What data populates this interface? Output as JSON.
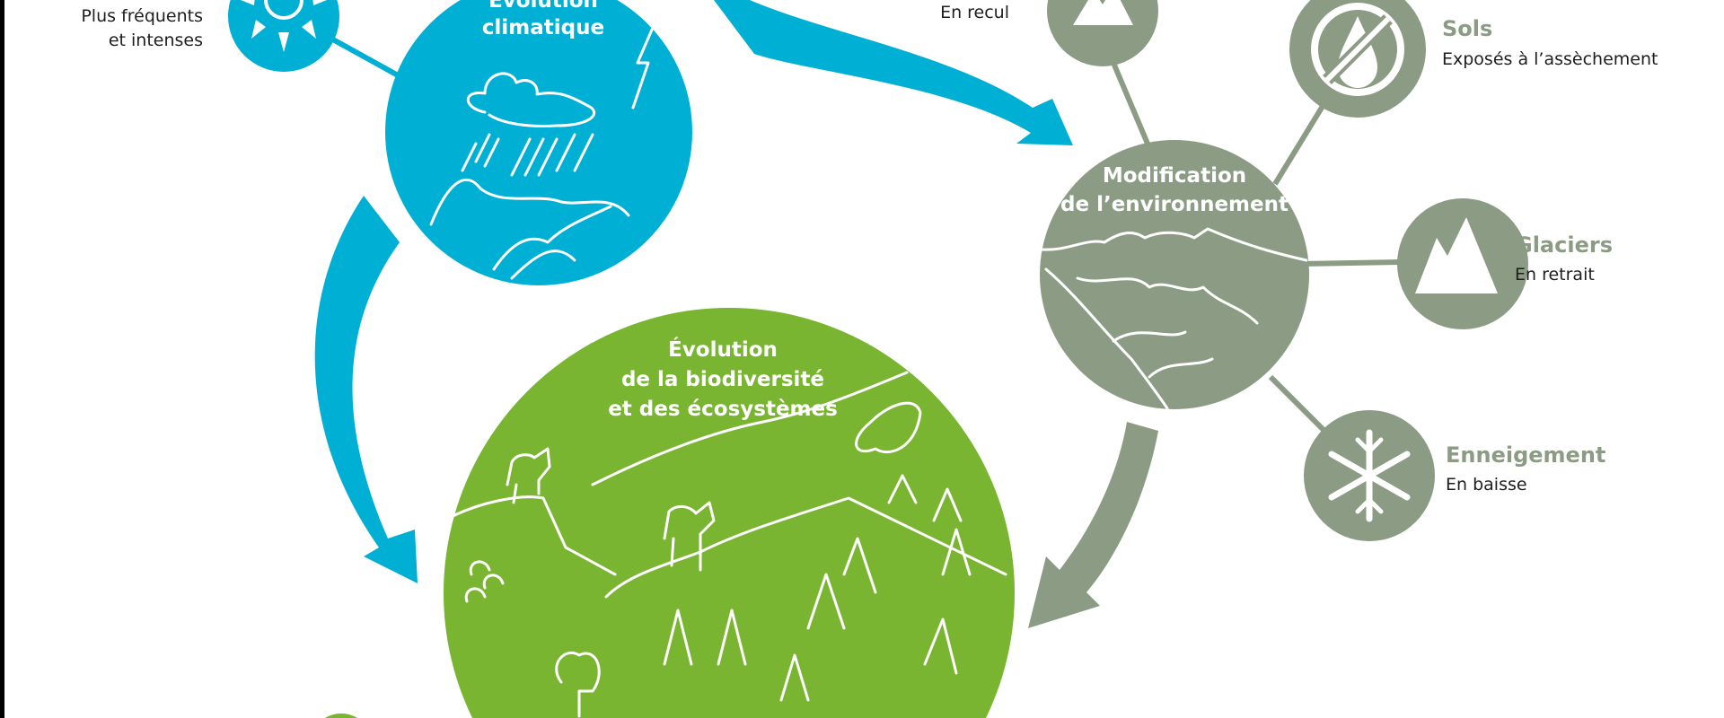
{
  "colors": {
    "climate": "#00b0d4",
    "environment": "#8c9c84",
    "biodiversity": "#79b530",
    "text": "#1e1e1e"
  },
  "climate": {
    "title_line1": "Évolution",
    "title_line2": "climatique",
    "extreme_events": {
      "icon": "sun-icon",
      "line1": "Plus fréquents",
      "line2": "et intenses"
    }
  },
  "environment": {
    "title_line1": "Modification",
    "title_line2": "de l’environnement",
    "items": [
      {
        "icon": "mountain-icon",
        "heading": "",
        "text": "En recul"
      },
      {
        "icon": "no-water-drop-icon",
        "heading": "Sols",
        "text": "Exposés à l’assèchement"
      },
      {
        "icon": "glacier-mountain-icon",
        "heading": "Glaciers",
        "text": "En retrait"
      },
      {
        "icon": "snowflake-icon",
        "heading": "Enneigement",
        "text": "En baisse"
      }
    ]
  },
  "biodiversity": {
    "title_line1": "Évolution",
    "title_line2": "de la biodiversité",
    "title_line3": "et des écosystèmes"
  }
}
